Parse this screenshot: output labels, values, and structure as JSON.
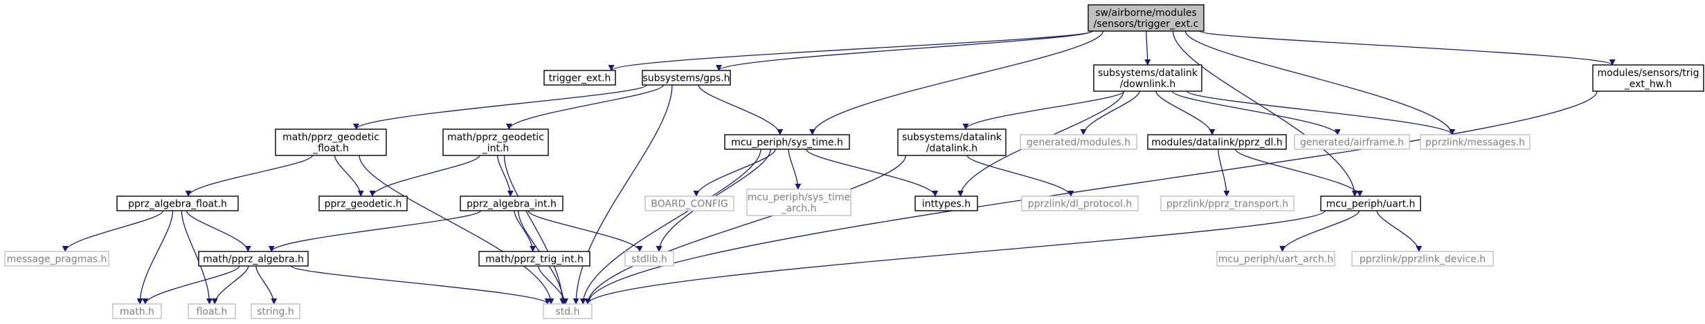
{
  "colors": {
    "edge": "#191970",
    "node_border": "#000000",
    "node_border_external": "#bfbfbf",
    "node_text": "#000000",
    "node_text_external": "#7f7f7f",
    "root_fill": "#bfbfbf",
    "fill": "#ffffff"
  },
  "nodes": [
    {
      "id": "root",
      "lines": [
        "sw/airborne/modules",
        "/sensors/trigger_ext.c"
      ],
      "style": "root"
    },
    {
      "id": "trigger_ext_h",
      "lines": [
        "trigger_ext.h"
      ],
      "style": "normal"
    },
    {
      "id": "gps_h",
      "lines": [
        "subsystems/gps.h"
      ],
      "style": "normal"
    },
    {
      "id": "downlink_h",
      "lines": [
        "subsystems/datalink",
        "/downlink.h"
      ],
      "style": "normal"
    },
    {
      "id": "trig_ext_hw_h",
      "lines": [
        "modules/sensors/trig",
        "_ext_hw.h"
      ],
      "style": "normal"
    },
    {
      "id": "geodetic_float_h",
      "lines": [
        "math/pprz_geodetic",
        "_float.h"
      ],
      "style": "normal"
    },
    {
      "id": "geodetic_int_h",
      "lines": [
        "math/pprz_geodetic",
        "_int.h"
      ],
      "style": "normal"
    },
    {
      "id": "sys_time_h",
      "lines": [
        "mcu_periph/sys_time.h"
      ],
      "style": "normal"
    },
    {
      "id": "datalink_h",
      "lines": [
        "subsystems/datalink",
        "/datalink.h"
      ],
      "style": "normal"
    },
    {
      "id": "gen_modules_h",
      "lines": [
        "generated/modules.h"
      ],
      "style": "external"
    },
    {
      "id": "pprz_dl_h",
      "lines": [
        "modules/datalink/pprz_dl.h"
      ],
      "style": "normal"
    },
    {
      "id": "gen_airframe_h",
      "lines": [
        "generated/airframe.h"
      ],
      "style": "external"
    },
    {
      "id": "messages_h",
      "lines": [
        "pprzlink/messages.h"
      ],
      "style": "external"
    },
    {
      "id": "algebra_float_h",
      "lines": [
        "pprz_algebra_float.h"
      ],
      "style": "normal"
    },
    {
      "id": "geodetic_h",
      "lines": [
        "pprz_geodetic.h"
      ],
      "style": "normal"
    },
    {
      "id": "algebra_int_h",
      "lines": [
        "pprz_algebra_int.h"
      ],
      "style": "normal"
    },
    {
      "id": "board_config",
      "lines": [
        "BOARD_CONFIG"
      ],
      "style": "external"
    },
    {
      "id": "sys_time_arch_h",
      "lines": [
        "mcu_periph/sys_time",
        "_arch.h"
      ],
      "style": "external"
    },
    {
      "id": "inttypes_h",
      "lines": [
        "inttypes.h"
      ],
      "style": "normal"
    },
    {
      "id": "dl_protocol_h",
      "lines": [
        "pprzlink/dl_protocol.h"
      ],
      "style": "external"
    },
    {
      "id": "pprz_transport_h",
      "lines": [
        "pprzlink/pprz_transport.h"
      ],
      "style": "external"
    },
    {
      "id": "uart_h",
      "lines": [
        "mcu_periph/uart.h"
      ],
      "style": "normal"
    },
    {
      "id": "message_pragmas_h",
      "lines": [
        "message_pragmas.h"
      ],
      "style": "external"
    },
    {
      "id": "pprz_algebra_h",
      "lines": [
        "math/pprz_algebra.h"
      ],
      "style": "normal"
    },
    {
      "id": "trig_int_h",
      "lines": [
        "math/pprz_trig_int.h"
      ],
      "style": "normal"
    },
    {
      "id": "stdlib_h",
      "lines": [
        "stdlib.h"
      ],
      "style": "external"
    },
    {
      "id": "uart_arch_h",
      "lines": [
        "mcu_periph/uart_arch.h"
      ],
      "style": "external"
    },
    {
      "id": "pprzlink_device_h",
      "lines": [
        "pprzlink/pprzlink_device.h"
      ],
      "style": "external"
    },
    {
      "id": "math_h",
      "lines": [
        "math.h"
      ],
      "style": "external"
    },
    {
      "id": "float_h",
      "lines": [
        "float.h"
      ],
      "style": "external"
    },
    {
      "id": "string_h",
      "lines": [
        "string.h"
      ],
      "style": "external"
    },
    {
      "id": "std_h",
      "lines": [
        "std.h"
      ],
      "style": "external"
    }
  ],
  "edges": [
    [
      "root",
      "trigger_ext_h"
    ],
    [
      "root",
      "gps_h"
    ],
    [
      "root",
      "downlink_h"
    ],
    [
      "root",
      "trig_ext_hw_h"
    ],
    [
      "root",
      "sys_time_h"
    ],
    [
      "root",
      "messages_h"
    ],
    [
      "root",
      "uart_h"
    ],
    [
      "gps_h",
      "geodetic_float_h"
    ],
    [
      "gps_h",
      "geodetic_int_h"
    ],
    [
      "gps_h",
      "sys_time_h"
    ],
    [
      "gps_h",
      "std_h"
    ],
    [
      "downlink_h",
      "datalink_h"
    ],
    [
      "downlink_h",
      "gen_modules_h"
    ],
    [
      "downlink_h",
      "pprz_dl_h"
    ],
    [
      "downlink_h",
      "gen_airframe_h"
    ],
    [
      "downlink_h",
      "messages_h"
    ],
    [
      "downlink_h",
      "inttypes_h"
    ],
    [
      "trig_ext_hw_h",
      "std_h"
    ],
    [
      "geodetic_float_h",
      "algebra_float_h"
    ],
    [
      "geodetic_float_h",
      "geodetic_h"
    ],
    [
      "geodetic_float_h",
      "std_h"
    ],
    [
      "geodetic_int_h",
      "geodetic_h"
    ],
    [
      "geodetic_int_h",
      "algebra_int_h"
    ],
    [
      "geodetic_int_h",
      "std_h"
    ],
    [
      "sys_time_h",
      "board_config"
    ],
    [
      "sys_time_h",
      "sys_time_arch_h"
    ],
    [
      "sys_time_h",
      "inttypes_h"
    ],
    [
      "sys_time_h",
      "stdlib_h"
    ],
    [
      "sys_time_h",
      "std_h"
    ],
    [
      "datalink_h",
      "dl_protocol_h"
    ],
    [
      "datalink_h",
      "std_h"
    ],
    [
      "pprz_dl_h",
      "pprz_transport_h"
    ],
    [
      "pprz_dl_h",
      "uart_h"
    ],
    [
      "algebra_float_h",
      "message_pragmas_h"
    ],
    [
      "algebra_float_h",
      "pprz_algebra_h"
    ],
    [
      "algebra_float_h",
      "math_h"
    ],
    [
      "algebra_float_h",
      "float_h"
    ],
    [
      "algebra_int_h",
      "pprz_algebra_h"
    ],
    [
      "algebra_int_h",
      "trig_int_h"
    ],
    [
      "algebra_int_h",
      "stdlib_h"
    ],
    [
      "algebra_int_h",
      "std_h"
    ],
    [
      "uart_h",
      "uart_arch_h"
    ],
    [
      "uart_h",
      "pprzlink_device_h"
    ],
    [
      "uart_h",
      "std_h"
    ],
    [
      "pprz_algebra_h",
      "math_h"
    ],
    [
      "pprz_algebra_h",
      "float_h"
    ],
    [
      "pprz_algebra_h",
      "string_h"
    ],
    [
      "pprz_algebra_h",
      "std_h"
    ],
    [
      "trig_int_h",
      "std_h"
    ]
  ]
}
